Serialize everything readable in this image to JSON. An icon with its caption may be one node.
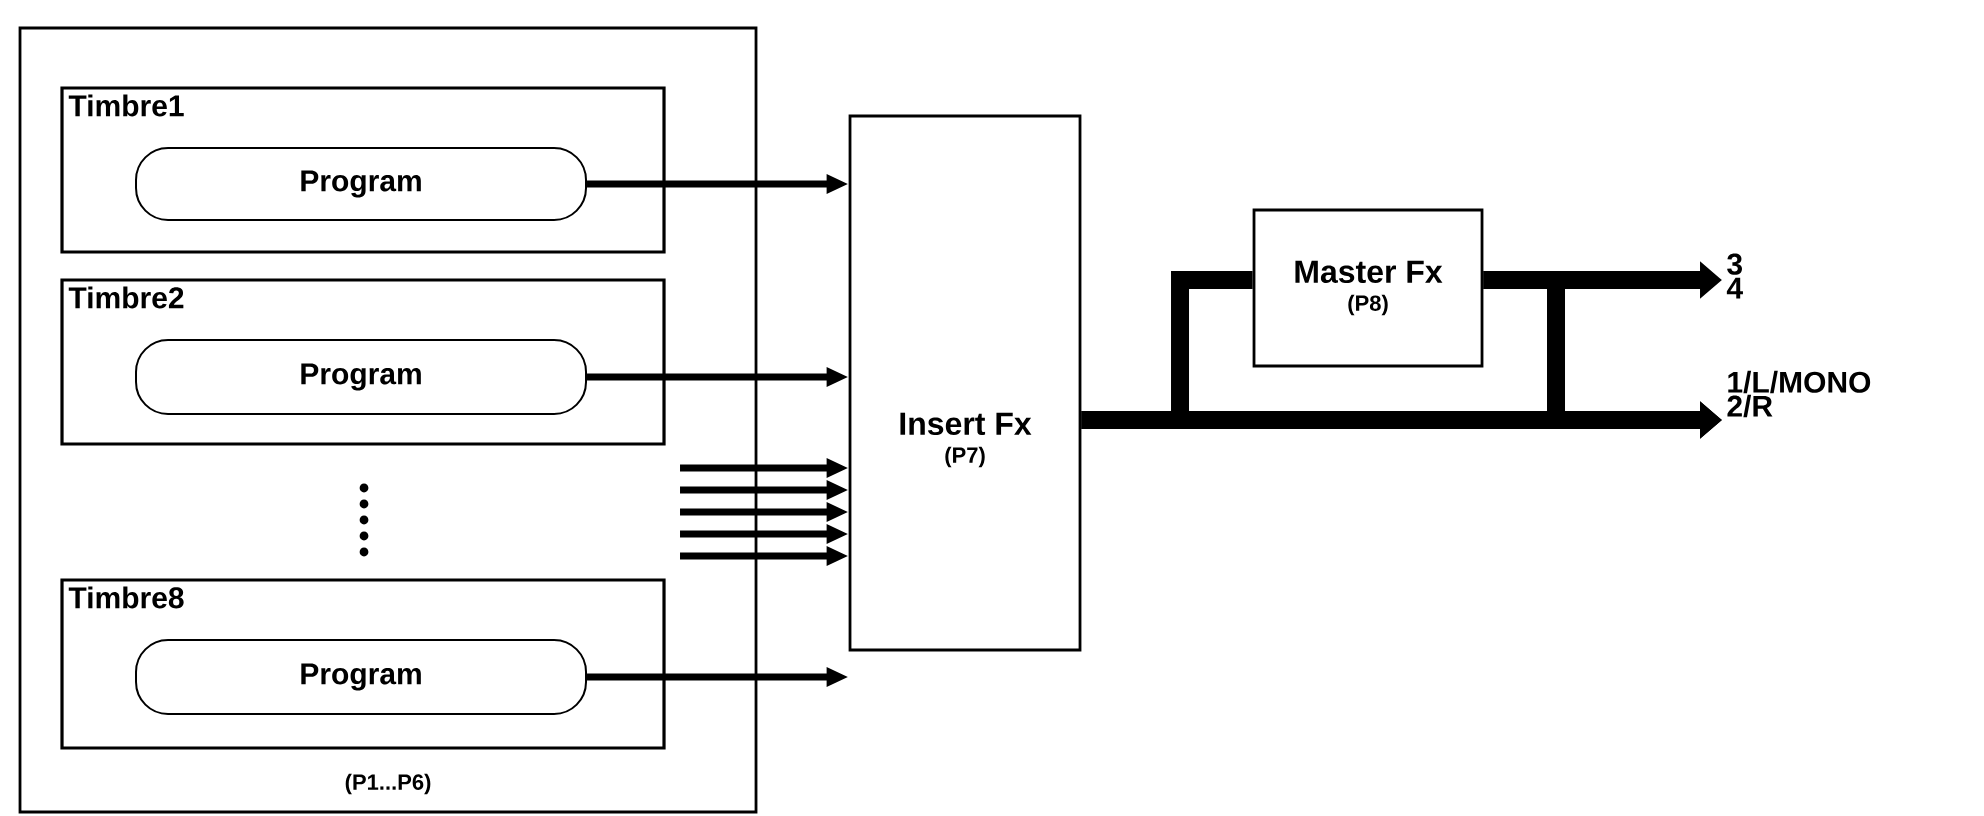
{
  "diagram": {
    "nodes": [
      {
        "text": [
          "(P1...P6)"
        ]
      },
      {
        "text": [
          "Timbre1"
        ],
        "in": 0
      },
      {
        "text": [
          "Program"
        ],
        "in": 1
      },
      {
        "text": [
          "Timbre2"
        ],
        "in": 0
      },
      {
        "text": [
          "Program"
        ],
        "in": 3
      },
      {
        "text": [
          "Timbre8"
        ],
        "in": 0
      },
      {
        "text": [
          "Program"
        ],
        "in": 5
      },
      {
        "text": [
          "Insert Fx",
          "(P7)"
        ]
      },
      {
        "text": [
          "Master Fx",
          "(P8)"
        ]
      },
      {
        "text": [
          "3",
          "4"
        ]
      },
      {
        "text": [
          "1/L/MONO",
          "2/R"
        ]
      }
    ],
    "edges": [
      {
        "from": 2,
        "to": 7,
        "arrow": "to"
      },
      {
        "from": 4,
        "to": 7,
        "arrow": "to"
      },
      {
        "from": null,
        "to": 7,
        "arrow": "to"
      },
      {
        "from": null,
        "to": 7,
        "arrow": "to"
      },
      {
        "from": null,
        "to": 7,
        "arrow": "to"
      },
      {
        "from": null,
        "to": 7,
        "arrow": "to"
      },
      {
        "from": null,
        "to": 7,
        "arrow": "to"
      },
      {
        "from": 6,
        "to": 7,
        "arrow": "to"
      },
      {
        "from": 7,
        "to": 10,
        "arrow": "to",
        "style": "thick"
      },
      {
        "from": 7,
        "to": 8,
        "arrow": "none",
        "style": "thick"
      },
      {
        "from": 8,
        "to": 9,
        "arrow": "to",
        "style": "thick"
      },
      {
        "from": 8,
        "to": 10,
        "arrow": "to",
        "style": "thick"
      }
    ]
  }
}
